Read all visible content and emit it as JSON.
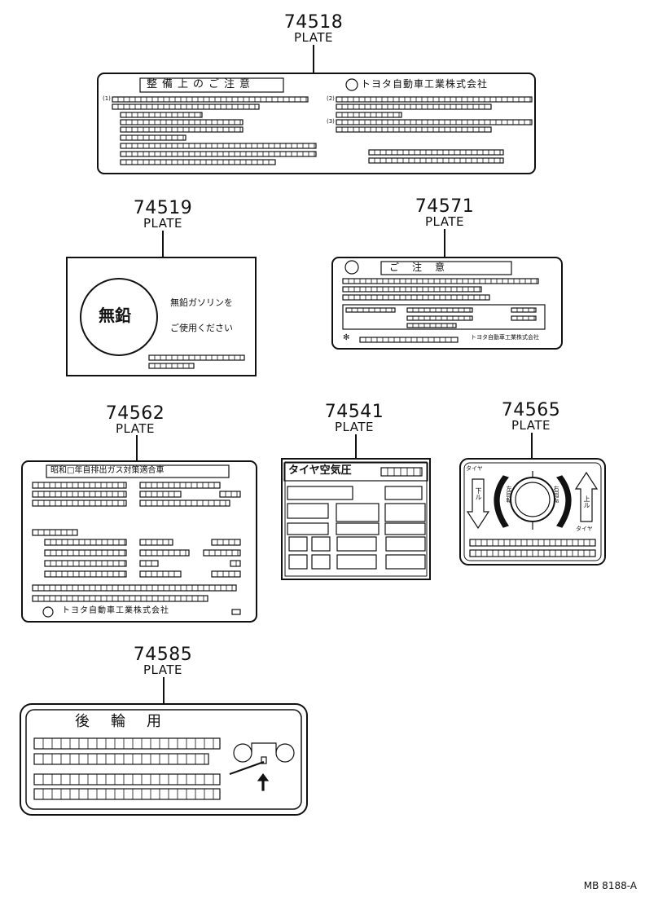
{
  "ref_code": "MB 8188-A",
  "plates": [
    {
      "number": "74518",
      "caption": "PLATE",
      "texts": {
        "title": "整備上のご注意",
        "maker": "トヨタ自動車工業株式会社",
        "mark1": "(1)",
        "mark2": "(2)",
        "mark3": "(3)"
      }
    },
    {
      "number": "74519",
      "caption": "PLATE",
      "texts": {
        "circle": "無鉛",
        "line1": "無鉛ガソリンを",
        "line2": "ご使用ください"
      }
    },
    {
      "number": "74571",
      "caption": "PLATE",
      "texts": {
        "title": "ご　注　意",
        "maker": "トヨタ自動車工業株式会社"
      }
    },
    {
      "number": "74562",
      "caption": "PLATE",
      "texts": {
        "header": "昭和□年自排出ガス対策適合車",
        "maker": "トヨタ自動車工業株式会社"
      }
    },
    {
      "number": "74541",
      "caption": "PLATE",
      "texts": {
        "title": "タイヤ空気圧"
      }
    },
    {
      "number": "74565",
      "caption": "PLATE",
      "texts": {
        "tire_left": "タイヤ",
        "down": "下ル",
        "up": "上ル",
        "tire_right": "タイヤ",
        "left_turn": "左回転",
        "right_turn": "右回転"
      }
    },
    {
      "number": "74585",
      "caption": "PLATE",
      "texts": {
        "title": "後　輪　用"
      }
    }
  ]
}
